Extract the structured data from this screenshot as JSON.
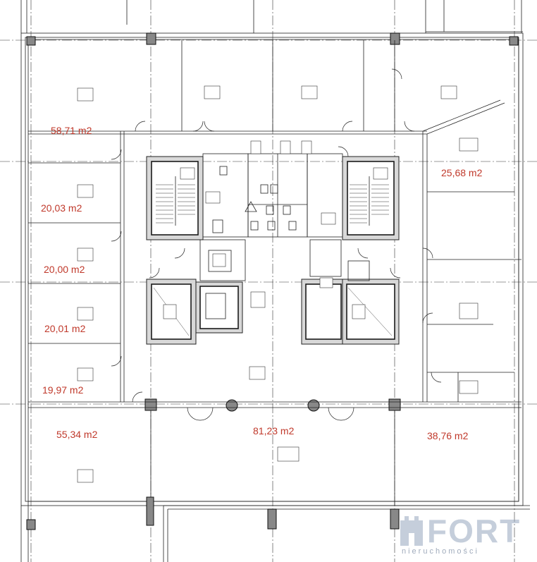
{
  "floor_plan": {
    "areas": [
      {
        "id": "office-nw",
        "label": "58,71 m2"
      },
      {
        "id": "office-w1",
        "label": "20,03 m2"
      },
      {
        "id": "office-w2",
        "label": "20,00 m2"
      },
      {
        "id": "office-w3",
        "label": "20,01 m2"
      },
      {
        "id": "office-w4",
        "label": "19,97 m2"
      },
      {
        "id": "office-sw",
        "label": "55,34 m2"
      },
      {
        "id": "hall-center",
        "label": "81,23 m2"
      },
      {
        "id": "office-se",
        "label": "38,76 m2"
      },
      {
        "id": "office-ne",
        "label": "25,68 m2"
      }
    ],
    "colors": {
      "area_label": "#c0392b",
      "walls": "#1a1a1a",
      "core_fill": "#d8d8d8"
    }
  },
  "logo": {
    "name": "FORT",
    "tagline": "nieruchomości"
  }
}
